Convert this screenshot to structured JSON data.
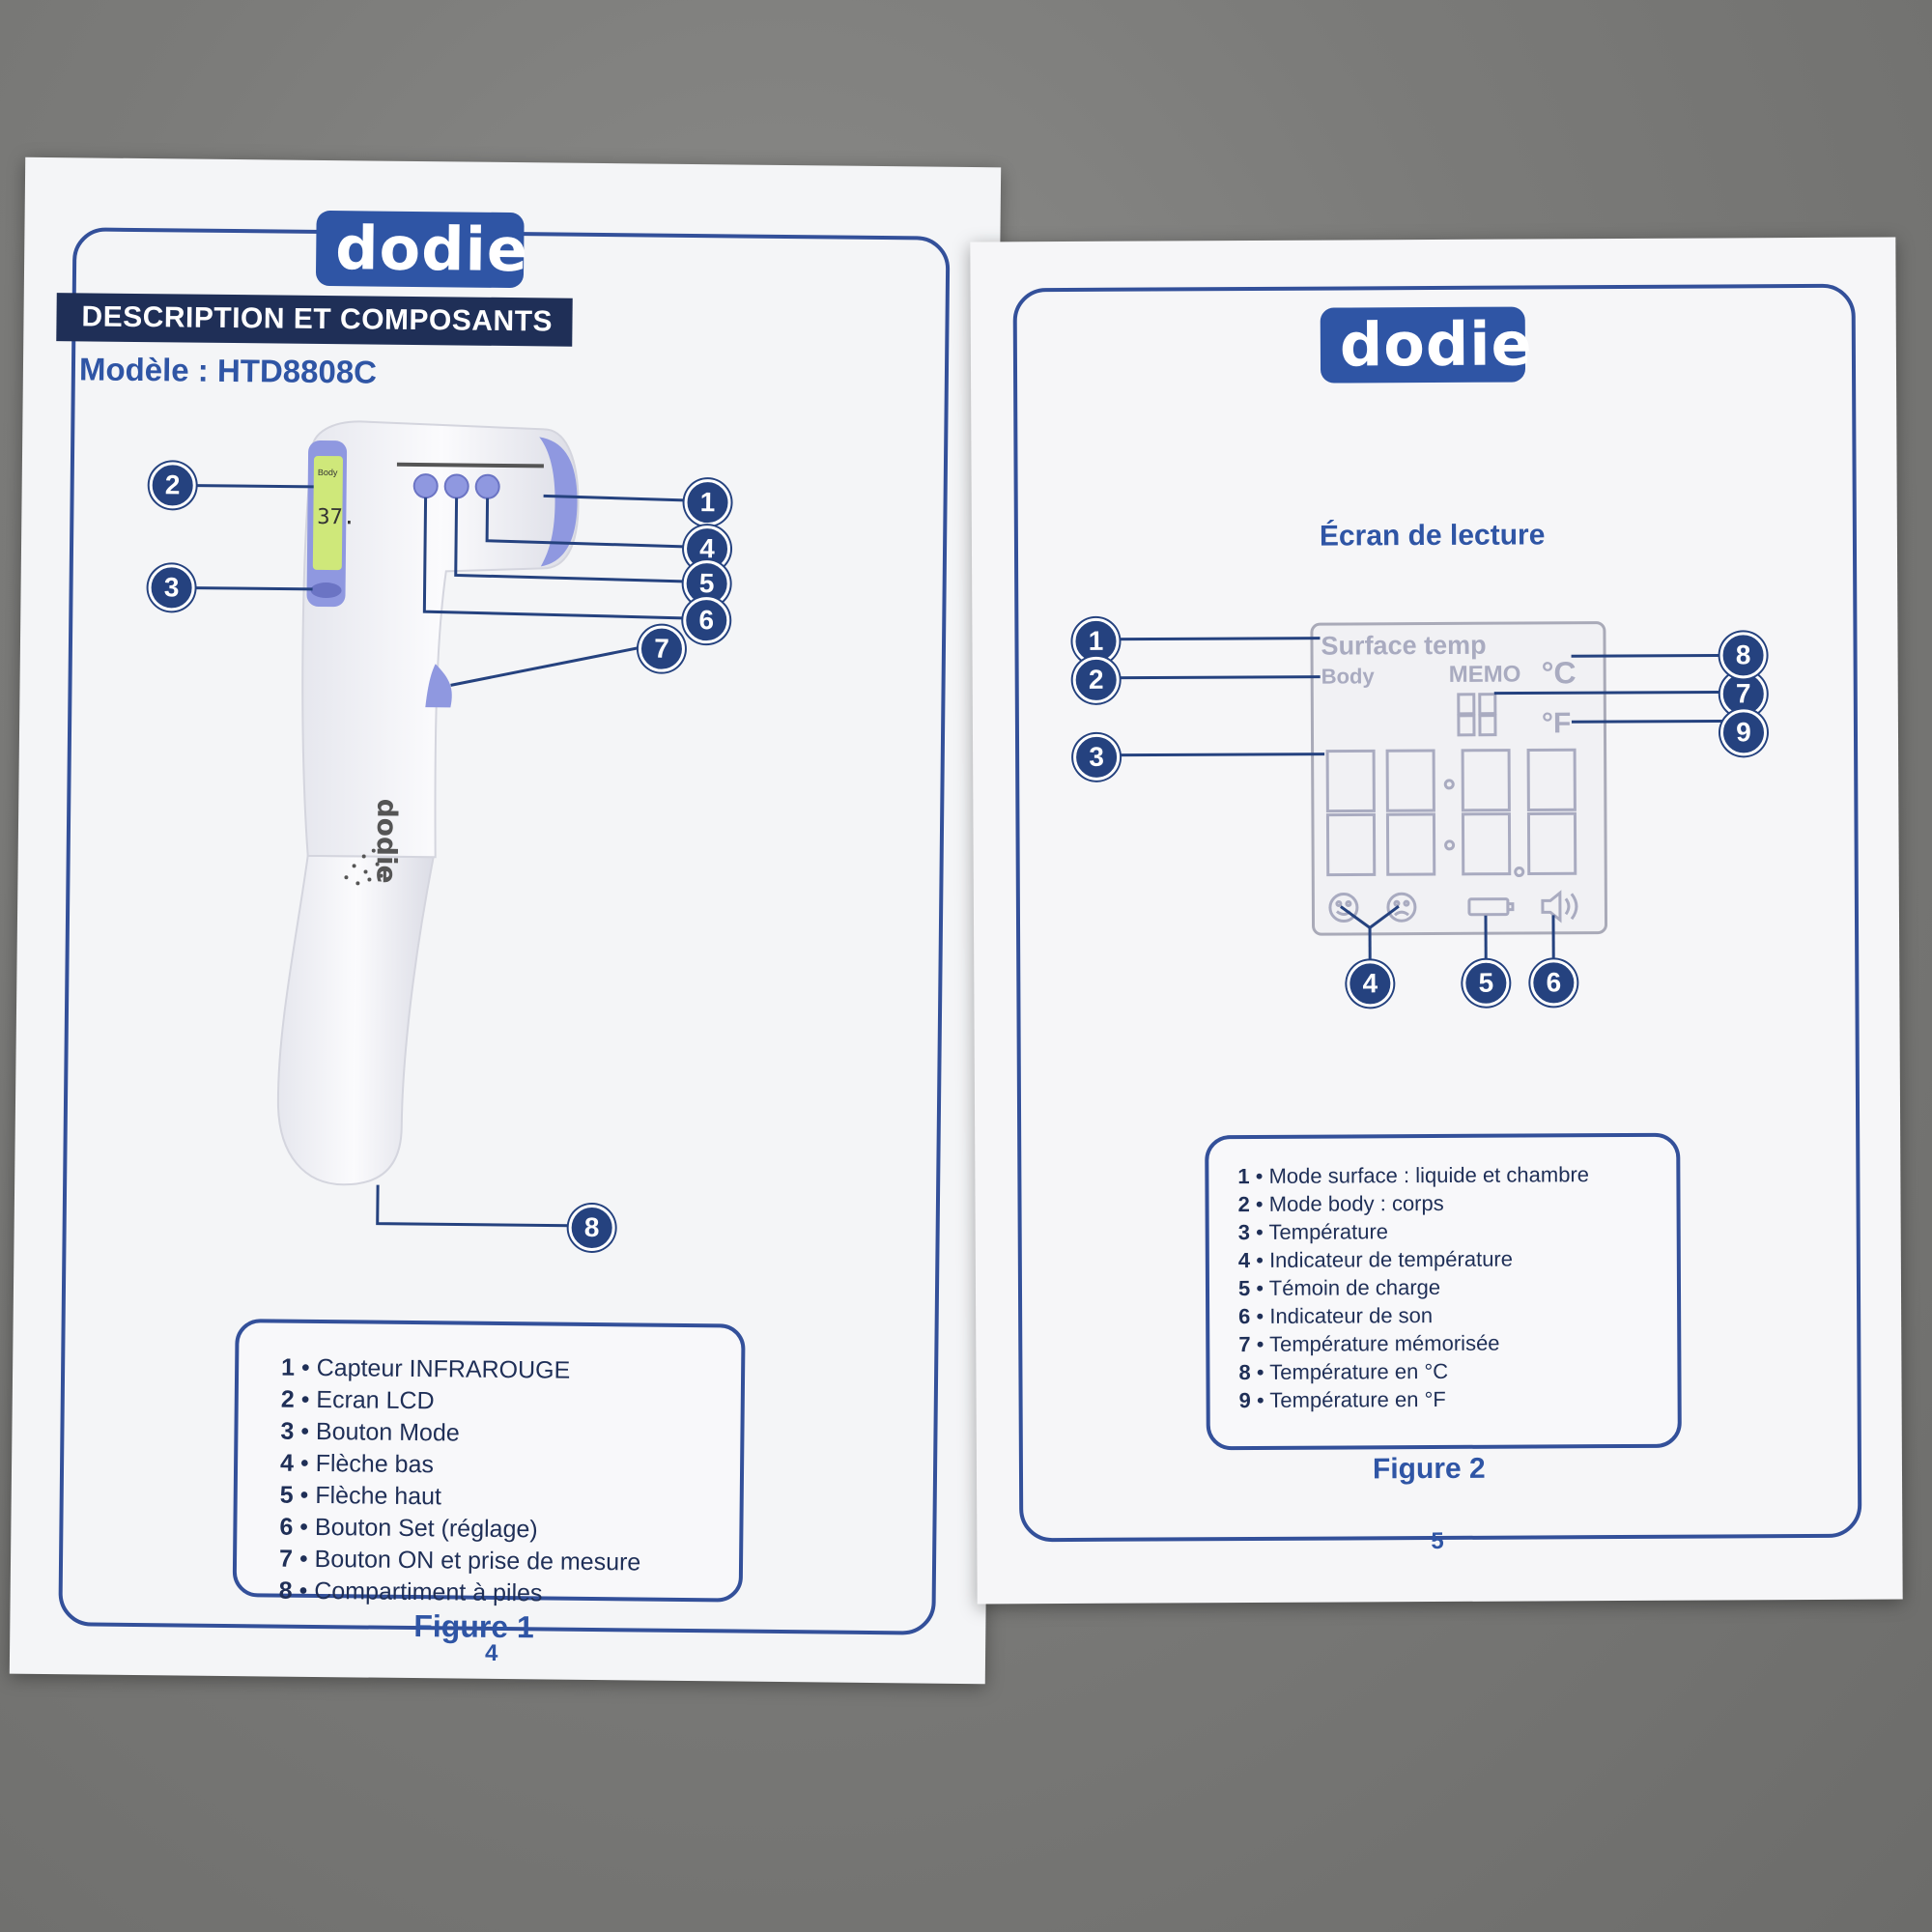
{
  "brand": "dodie",
  "left_page": {
    "section_title": "DESCRIPTION ET COMPOSANTS",
    "model": "Modèle : HTD8808C",
    "lcd_body_label": "Body",
    "lcd_reading": "37.",
    "device_brand": "dodie",
    "callouts": [
      "1",
      "2",
      "3",
      "4",
      "5",
      "6",
      "7",
      "8"
    ],
    "legend": [
      {
        "num": "1",
        "text": "Capteur INFRAROUGE"
      },
      {
        "num": "2",
        "text": "Ecran LCD"
      },
      {
        "num": "3",
        "text": "Bouton Mode"
      },
      {
        "num": "4",
        "text": "Flèche bas"
      },
      {
        "num": "5",
        "text": "Flèche haut"
      },
      {
        "num": "6",
        "text": "Bouton Set (réglage)"
      },
      {
        "num": "7",
        "text": "Bouton ON et prise de mesure"
      },
      {
        "num": "8",
        "text": "Compartiment à piles"
      }
    ],
    "figure_caption": "Figure 1",
    "page_number": "4"
  },
  "right_page": {
    "screen_title": "Écran de lecture",
    "lcd_labels": {
      "surface": "Surface temp",
      "body": "Body",
      "memo": "MEMO",
      "celsius": "°C",
      "fahrenheit": "°F"
    },
    "callouts": [
      "1",
      "2",
      "3",
      "4",
      "5",
      "6",
      "7",
      "8",
      "9"
    ],
    "legend": [
      {
        "num": "1",
        "text": "Mode surface : liquide et chambre"
      },
      {
        "num": "2",
        "text": "Mode body : corps"
      },
      {
        "num": "3",
        "text": "Température"
      },
      {
        "num": "4",
        "text": "Indicateur de température"
      },
      {
        "num": "5",
        "text": "Témoin de charge"
      },
      {
        "num": "6",
        "text": "Indicateur de son"
      },
      {
        "num": "7",
        "text": "Température mémorisée"
      },
      {
        "num": "8",
        "text": "Température en °C"
      },
      {
        "num": "9",
        "text": "Température en °F"
      }
    ],
    "figure_caption": "Figure 2",
    "page_number": "5"
  },
  "colors": {
    "brand_blue": "#2f55a5",
    "navy": "#1f2f57",
    "badge": "#25427f",
    "lcd_green": "#cfe87a",
    "device_lilac": "#8f98e0"
  },
  "icons": [
    "bunny-logo-icon",
    "smiley-happy-icon",
    "smiley-sad-icon",
    "battery-icon",
    "speaker-icon"
  ]
}
